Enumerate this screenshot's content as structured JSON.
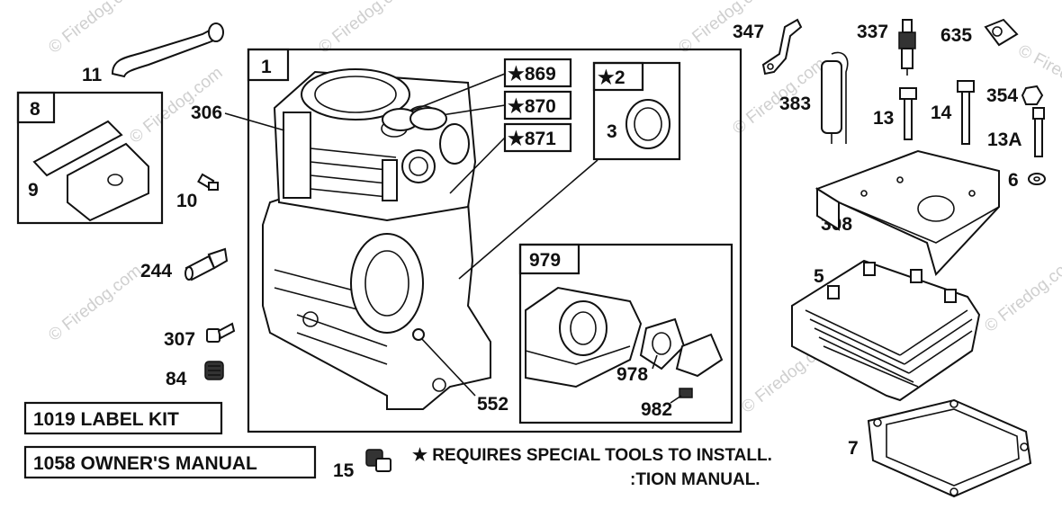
{
  "diagram": {
    "labels": {
      "p1": "1",
      "p306": "306",
      "p869": "★869",
      "p870": "★870",
      "p871": "★871",
      "p2": "★2",
      "p3": "3",
      "p979": "979",
      "p978": "978",
      "p982": "982",
      "p552": "552",
      "p11": "11",
      "p8": "8",
      "p9": "9",
      "p10": "10",
      "p244": "244",
      "p307": "307",
      "p84": "84",
      "p15": "15",
      "p347": "347",
      "p337": "337",
      "p635": "635",
      "p383": "383",
      "p13": "13",
      "p14": "14",
      "p354": "354",
      "p13a": "13A",
      "p6": "6",
      "p308": "308",
      "p5": "5",
      "p7": "7"
    },
    "kits": {
      "label_kit": "1019 LABEL KIT",
      "owners_manual": "1058 OWNER'S MANUAL"
    },
    "notes": {
      "line1": "★ REQUIRES SPECIAL TOOLS TO INSTALL.",
      "line2": ":TION MANUAL."
    },
    "watermark": "© Firedog.com"
  }
}
